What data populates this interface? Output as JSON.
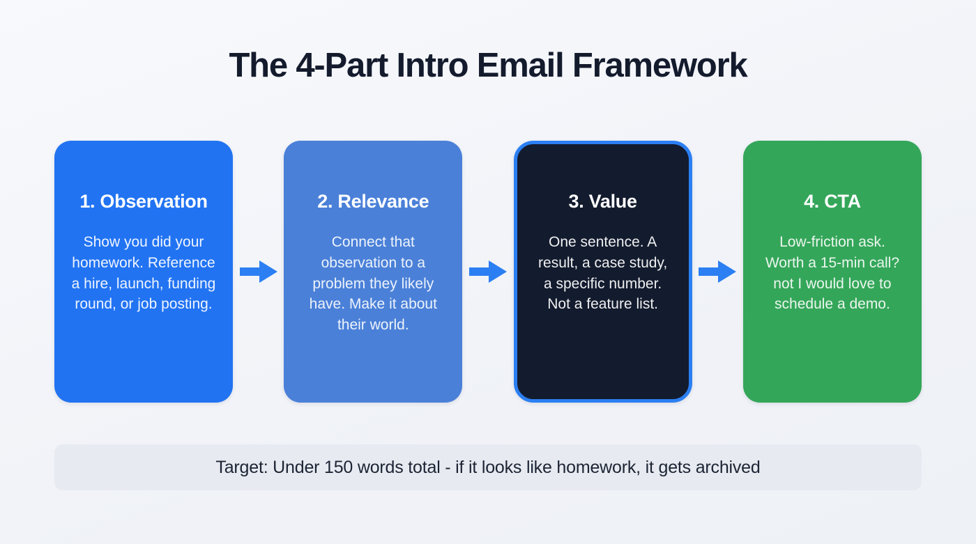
{
  "title": "The 4-Part Intro Email Framework",
  "cards": [
    {
      "heading": "1. Observation",
      "body": "Show you did your homework. Reference a hire, launch, funding round, or job posting.",
      "bg": "#2173f2"
    },
    {
      "heading": "2. Relevance",
      "body": "Connect that observation to a problem they likely have. Make it about their world.",
      "bg": "#4a80d8"
    },
    {
      "heading": "3. Value",
      "body": "One sentence. A result, a case study, a specific number. Not a feature list.",
      "bg": "#131b2e",
      "border": "#2b7ff2"
    },
    {
      "heading": "4. CTA",
      "body": "Low-friction ask. Worth a 15-min call? not I would love to schedule a demo.",
      "bg": "#34a659"
    }
  ],
  "arrow": {
    "icon": "arrow-right",
    "color": "#2b7ff2"
  },
  "footer": {
    "text": "Target: Under 150 words total - if it looks like homework, it gets archived",
    "bg": "#e7eaf1"
  }
}
